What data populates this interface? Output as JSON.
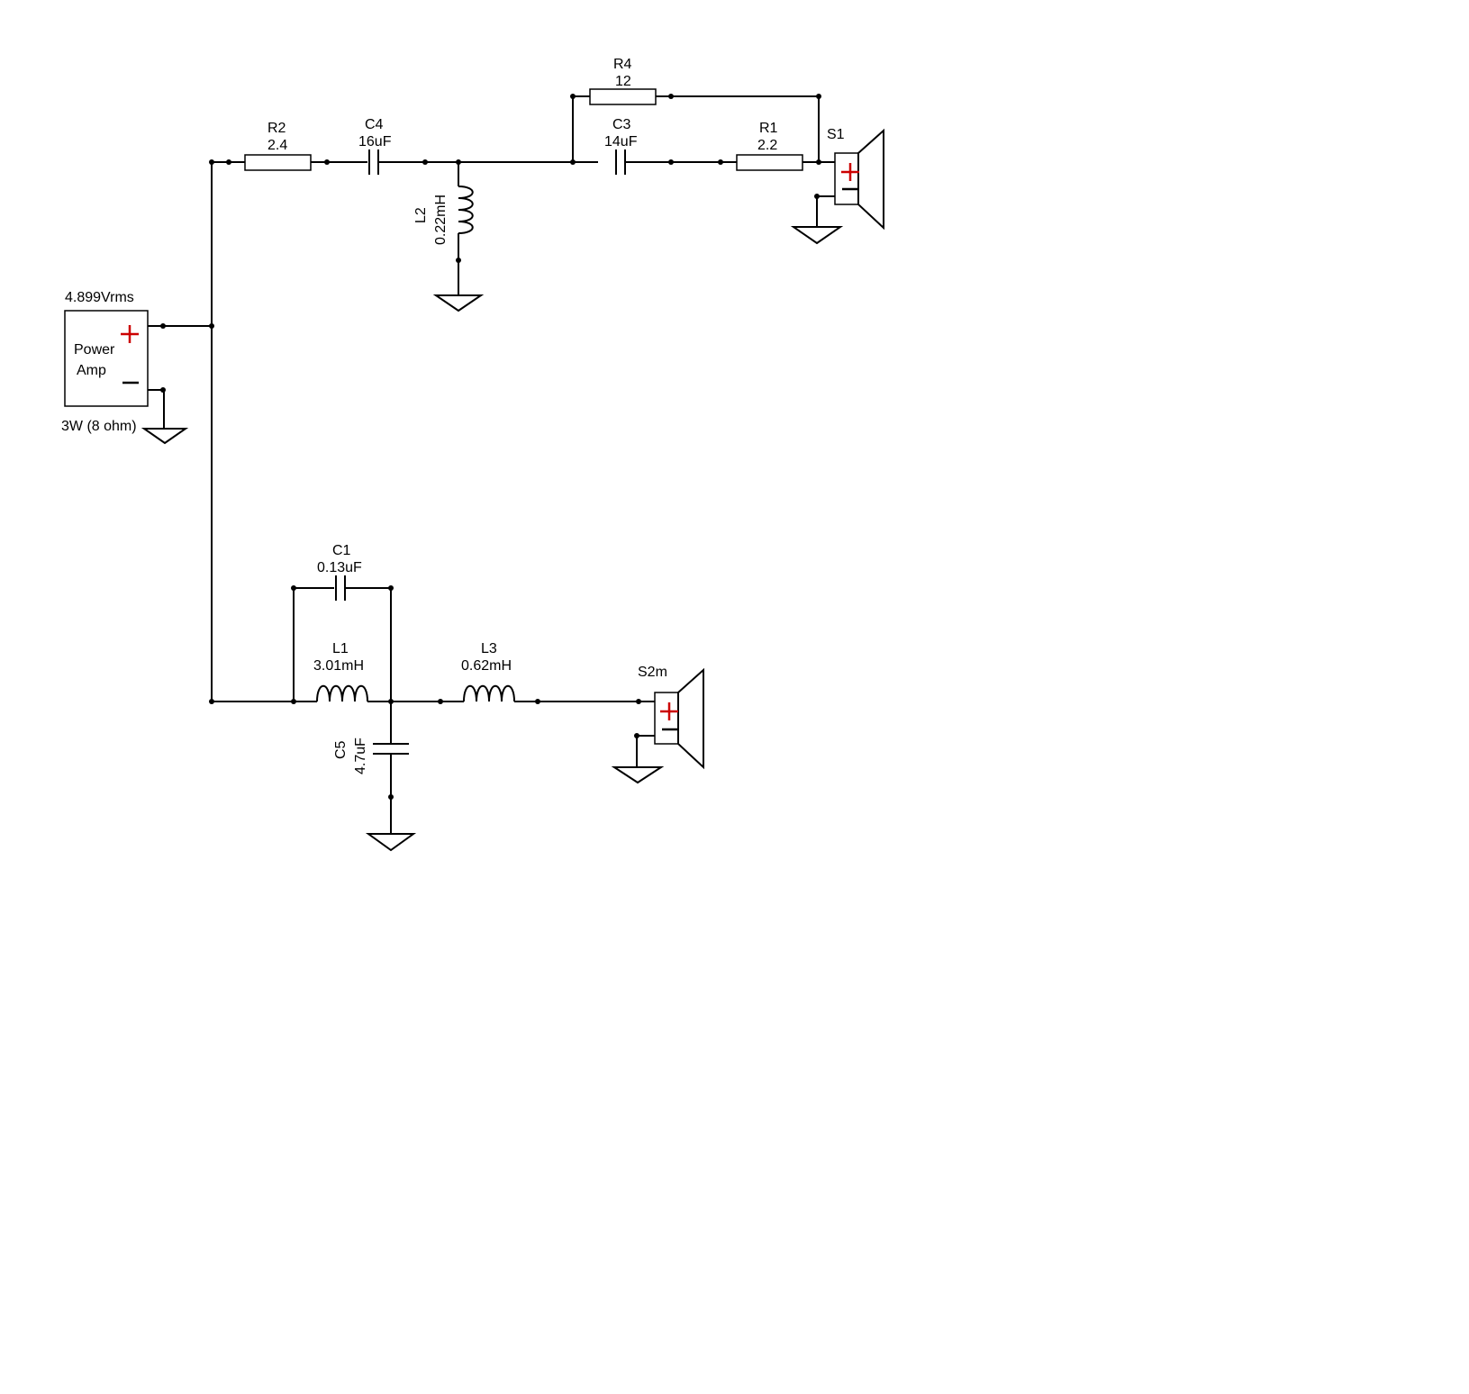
{
  "amp": {
    "voltage": "4.899Vrms",
    "name_line1": "Power",
    "name_line2": "Amp",
    "rating": "3W (8 ohm)"
  },
  "components": {
    "r2": {
      "ref": "R2",
      "value": "2.4"
    },
    "c4": {
      "ref": "C4",
      "value": "16uF"
    },
    "l2": {
      "ref": "L2",
      "value": "0.22mH"
    },
    "r4": {
      "ref": "R4",
      "value": "12"
    },
    "c3": {
      "ref": "C3",
      "value": "14uF"
    },
    "r1": {
      "ref": "R1",
      "value": "2.2"
    },
    "s1": {
      "ref": "S1"
    },
    "c1": {
      "ref": "C1",
      "value": "0.13uF"
    },
    "l1": {
      "ref": "L1",
      "value": "3.01mH"
    },
    "l3": {
      "ref": "L3",
      "value": "0.62mH"
    },
    "c5": {
      "ref": "C5",
      "value": "4.7uF"
    },
    "s2": {
      "ref": "S2m"
    }
  }
}
